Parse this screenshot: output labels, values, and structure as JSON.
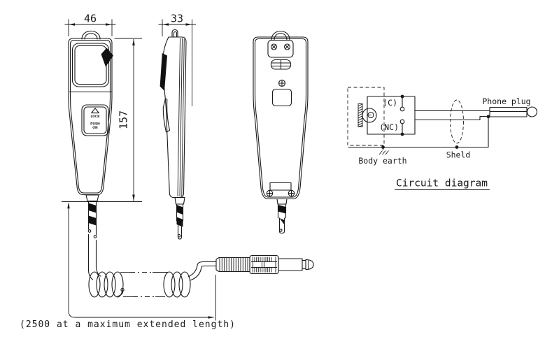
{
  "colors": {
    "line": "#1a1a1a",
    "background": "#ffffff",
    "filled_shapes": "#111111"
  },
  "dimensions": {
    "width_front": "46",
    "depth_side": "33",
    "height_body": "157",
    "cable_length_note": "(2500 at a maximum extended length)"
  },
  "handset": {
    "lock_label": "LOCK",
    "push_label": "PUSH",
    "on_label": "ON"
  },
  "circuit": {
    "title": "Circuit diagram",
    "contact_common": "(C)",
    "contact_nc": "(NC)",
    "phone_plug_label": "Phone plug",
    "body_earth_label": "Body earth",
    "shield_label": "Sheld"
  }
}
